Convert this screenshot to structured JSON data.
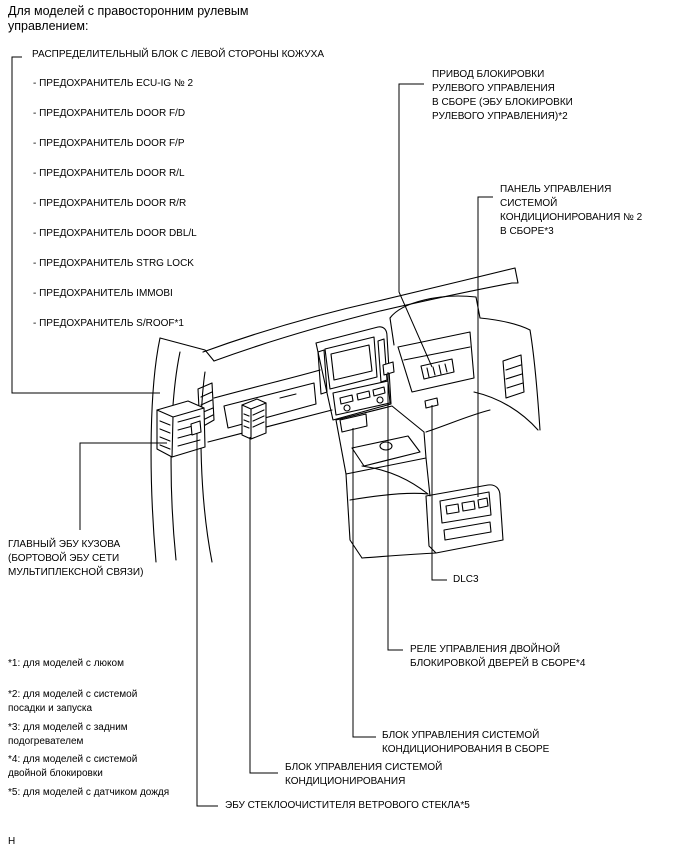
{
  "header": {
    "lines": [
      "Для моделей с правосторонним рулевым",
      "управлением:"
    ]
  },
  "callouts": {
    "junction_block": {
      "title": "РАСПРЕДЕЛИТЕЛЬНЫЙ БЛОК С ЛЕВОЙ СТОРОНЫ КОЖУХА",
      "fuses": [
        "- ПРЕДОХРАНИТЕЛЬ ECU-IG № 2",
        "- ПРЕДОХРАНИТЕЛЬ DOOR F/D",
        "- ПРЕДОХРАНИТЕЛЬ DOOR F/P",
        "- ПРЕДОХРАНИТЕЛЬ DOOR R/L",
        "- ПРЕДОХРАНИТЕЛЬ DOOR R/R",
        "- ПРЕДОХРАНИТЕЛЬ DOOR DBL/L",
        "- ПРЕДОХРАНИТЕЛЬ STRG LOCK",
        "- ПРЕДОХРАНИТЕЛЬ IMMOBI",
        "- ПРЕДОХРАНИТЕЛЬ S/ROOF*1"
      ]
    },
    "steering_lock": {
      "lines": [
        "ПРИВОД БЛОКИРОВКИ",
        "РУЛЕВОГО УПРАВЛЕНИЯ",
        "В СБОРЕ (ЭБУ БЛОКИРОВКИ",
        "РУЛЕВОГО УПРАВЛЕНИЯ)*2"
      ]
    },
    "rear_ac_control_panel": {
      "lines": [
        "ПАНЕЛЬ УПРАВЛЕНИЯ",
        "СИСТЕМОЙ",
        "КОНДИЦИОНИРОВАНИЯ № 2",
        "В СБОРЕ*3"
      ]
    },
    "main_body_ecu": {
      "lines": [
        "ГЛАВНЫЙ ЭБУ КУЗОВА",
        "(БОРТОВОЙ ЭБУ СЕТИ",
        "МУЛЬТИПЛЕКСНОЙ СВЯЗИ)"
      ]
    },
    "dlc3": {
      "label": "DLC3"
    },
    "double_lock_relay": {
      "lines": [
        "РЕЛЕ УПРАВЛЕНИЯ ДВОЙНОЙ",
        "БЛОКИРОВКОЙ ДВЕРЕЙ В СБОРЕ*4"
      ]
    },
    "ac_control_assembly": {
      "lines": [
        "БЛОК УПРАВЛЕНИЯ СИСТЕМОЙ",
        "КОНДИЦИОНИРОВАНИЯ В СБОРЕ"
      ]
    },
    "ac_control_unit": {
      "lines": [
        "БЛОК УПРАВЛЕНИЯ СИСТЕМОЙ",
        "КОНДИЦИОНИРОВАНИЯ"
      ]
    },
    "wiper_ecu": {
      "label": "ЭБУ СТЕКЛООЧИСТИТЕЛЯ ВЕТРОВОГО СТЕКЛА*5"
    }
  },
  "footnotes": [
    {
      "lines": [
        "*1: для моделей с люком"
      ]
    },
    {
      "lines": [
        "*2: для моделей с системой",
        "посадки и запуска"
      ]
    },
    {
      "lines": [
        "*3: для моделей с задним",
        "подогревателем"
      ]
    },
    {
      "lines": [
        "*4: для моделей с системой",
        "двойной блокировки"
      ]
    },
    {
      "lines": [
        "*5: для моделей с датчиком дождя"
      ]
    }
  ],
  "figure_code": "H",
  "colors": {
    "line": "#000000",
    "text": "#000000",
    "background": "#ffffff"
  }
}
